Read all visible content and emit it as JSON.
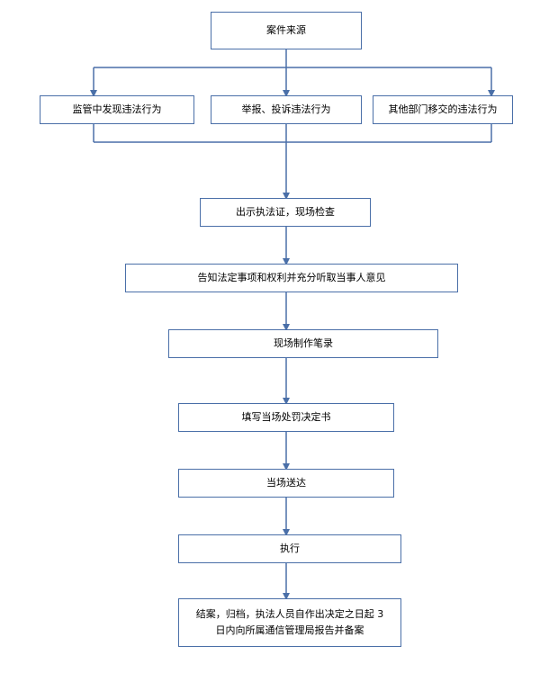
{
  "flowchart": {
    "source": "案件来源",
    "branches": [
      "监管中发现违法行为",
      "举报、投诉违法行为",
      "其他部门移交的违法行为"
    ],
    "steps": [
      "出示执法证，现场检查",
      "告知法定事项和权利并充分听取当事人意见",
      "现场制作笔录",
      "填写当场处罚决定书",
      "当场送达",
      "执行"
    ],
    "final": {
      "line1": "结案，归档，执法人员自作出决定之日起 3",
      "line2": "日内向所属通信管理局报告并备案"
    }
  },
  "colors": {
    "line": "#4a6fa8",
    "box_border": "#4a6fa8"
  }
}
